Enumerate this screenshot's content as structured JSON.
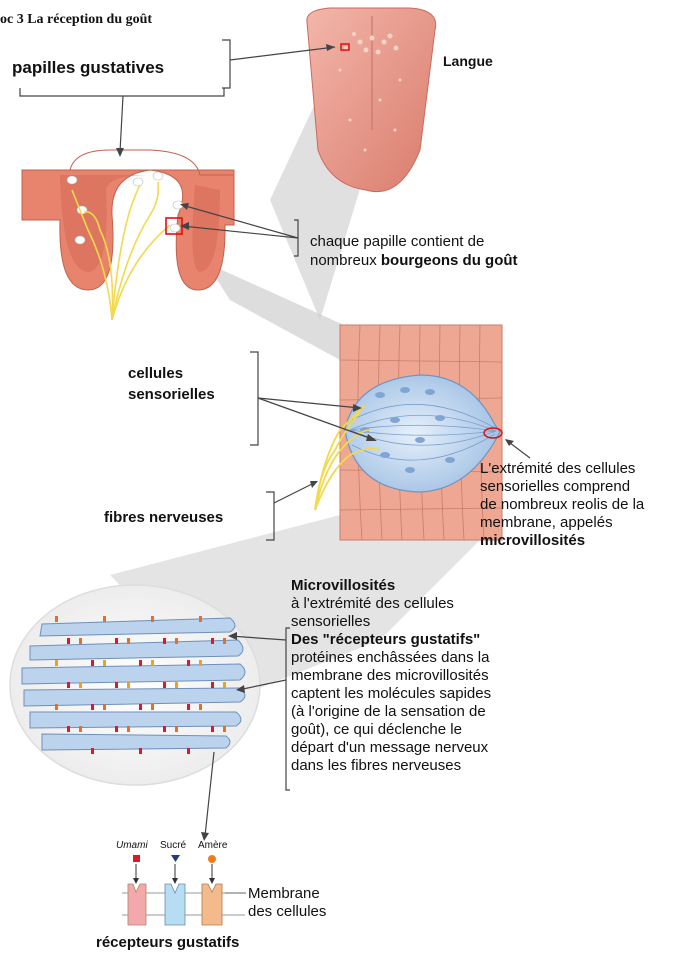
{
  "title": "oc 3 La réception du goût",
  "labels": {
    "papilles": "papilles gustatives",
    "langue": "Langue",
    "chaque_line1": "chaque papille contient de",
    "chaque_line2_a": "nombreux",
    "chaque_line2_b": "bourgeons du goût",
    "cellules_line1": "cellules",
    "cellules_line2": "sensorielles",
    "fibres": "fibres nerveuses",
    "extremite_lines": [
      "L'extrémité des cellules",
      "sensorielles comprend",
      "de nombreux reolis de la",
      "membrane, appelés"
    ],
    "extremite_bold": "microvillosités",
    "micro_heading": "Microvillosités",
    "micro_lines": [
      "à l'extrémité des cellules",
      "sensorielles"
    ],
    "recept_heading": "Des \"récepteurs gustatifs\"",
    "recept_lines": [
      "protéines enchâssées dans la",
      "membrane des microvillosités",
      "captent les molécules sapides",
      "(à l'origine de la sensation de",
      "goût), ce qui déclenche le",
      "départ d'un message nerveux",
      "dans les fibres nerveuses"
    ],
    "membrane_line1": "Membrane",
    "membrane_line2": "des cellules",
    "recepteurs_gustatifs": "récepteurs gustatifs"
  },
  "tastes": [
    {
      "name": "Umami",
      "color": "#d81b2a"
    },
    {
      "name": "Sucré",
      "color": "#1c3f78"
    },
    {
      "name": "Amère",
      "color": "#f07d1a"
    }
  ],
  "colors": {
    "tongue": "#e89a8e",
    "papilla": "#d8705e",
    "cell_tissue": "#efb4a4",
    "taste_bud": "#b8d2ee",
    "nerve": "#f5df4d",
    "gray_zone": "#cfcfcf"
  }
}
